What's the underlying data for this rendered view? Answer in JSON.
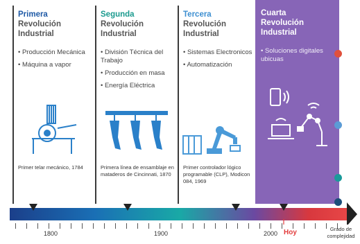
{
  "columns": [
    {
      "label": "Primera",
      "title": "Revolución Industrial",
      "color": "#1f5aa6",
      "bullets": [
        "• Producción Mecánica",
        "• Máquina a vapor"
      ],
      "caption": "Primer telar mecánico, 1784"
    },
    {
      "label": "Segunda",
      "title": "Revolución Industrial",
      "color": "#1a9a8e",
      "bullets": [
        "• División Técnica del Trabajo",
        "• Producción en masa",
        "• Energía Eléctrica"
      ],
      "caption": "Primera línea de ensamblaje en mataderos de Cincinnati, 1870"
    },
    {
      "label": "Tercera",
      "title": "Revolución Industrial",
      "color": "#3d8fd1",
      "bullets": [
        "• Sistemas Electronicos",
        "• Automatización"
      ],
      "caption": "Primer controlador lógico programable (CLP), Modicon 084, 1969"
    },
    {
      "label": "Cuarta",
      "title": "Revolución Industrial",
      "color": "#ffffff",
      "bullets": [
        "• Soluciones digitales ubicuas"
      ],
      "caption": ""
    }
  ],
  "timeline": {
    "years": [
      "1800",
      "1900",
      "2000"
    ],
    "hoy": "Hoy",
    "axis_label": "Grado de complejidad"
  },
  "icons": [
    "loom-icon",
    "slaughter-line-icon",
    "robot-arm-icon",
    "digital-devices-icon"
  ],
  "colors": {
    "accent_purple": "#8765b7",
    "dot_red": "#e0503c",
    "dot_blue": "#5b9bd6",
    "dot_teal": "#1a9a9a",
    "dot_navy": "#1d4f7a"
  }
}
